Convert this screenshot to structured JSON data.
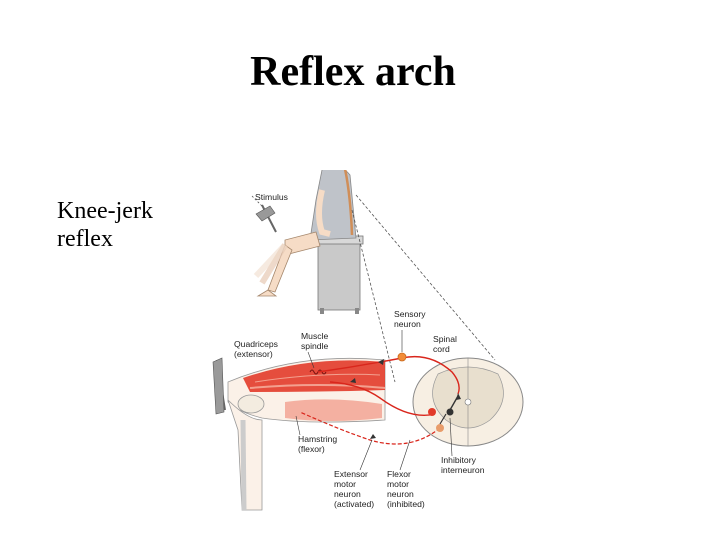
{
  "slide": {
    "title": "Reflex arch",
    "side_label_lines": [
      "Knee-jerk",
      "reflex"
    ]
  },
  "diagram": {
    "stimulus": "Stimulus",
    "quadriceps": [
      "Quadriceps",
      "(extensor)"
    ],
    "muscle_spindle": [
      "Muscle",
      "spindle"
    ],
    "sensory_neuron": [
      "Sensory",
      "neuron"
    ],
    "spinal_cord": [
      "Spinal",
      "cord"
    ],
    "hamstring": [
      "Hamstring",
      "(flexor)"
    ],
    "inhibitory_interneuron": [
      "Inhibitory",
      "interneuron"
    ],
    "extensor_motor_neuron": [
      "Extensor",
      "motor",
      "neuron",
      "(activated)"
    ],
    "flexor_motor_neuron": [
      "Flexor",
      "motor",
      "neuron",
      "(inhibited)"
    ],
    "colors": {
      "muscle": "#e23b2a",
      "muscle_light": "#f3a08f",
      "neuron": "#d9261c",
      "skin": "#f6dcc6",
      "chair": "#c9c9c9",
      "shirt": "#bfc3c9",
      "cord_grey": "#f3ece0"
    }
  }
}
